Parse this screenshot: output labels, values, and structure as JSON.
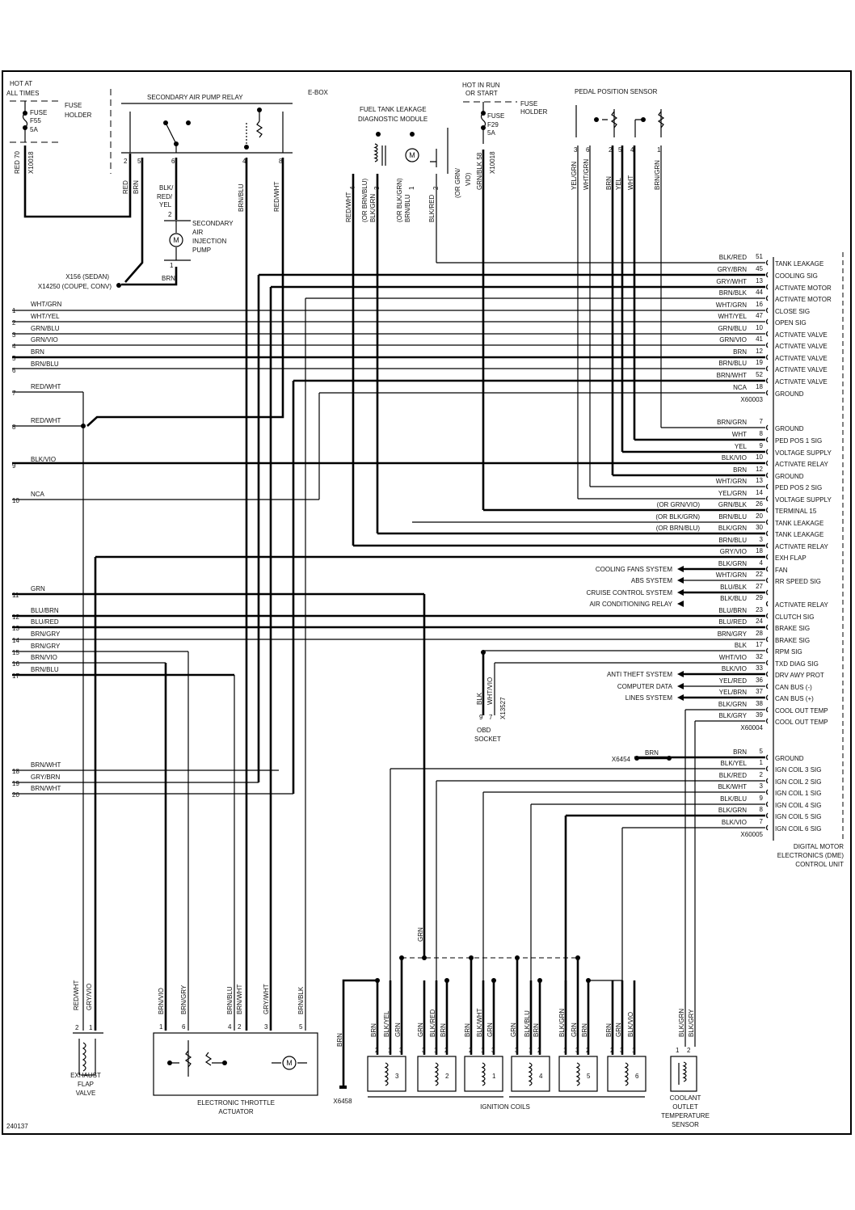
{
  "figure_id": "240137",
  "top": {
    "hot_at_all_times": "HOT AT",
    "hot_at_all_times_2": "ALL TIMES",
    "fuse_holder_a": "FUSE",
    "fuse_holder_a_2": "HOLDER",
    "fuse_f55": "FUSE",
    "fuse_f55_id": "F55",
    "fuse_f55_rating": "5A",
    "red_70": "RED  70",
    "x10018_a": "X10018",
    "e_box": "E-BOX",
    "relay_title": "SECONDARY AIR PUMP RELAY",
    "relay_pins": [
      "2",
      "5",
      "6",
      "4",
      "8"
    ],
    "relay_wire_red": "RED",
    "relay_wire_brn": "BRN",
    "relay_wire_6": [
      "BLK/",
      "RED/",
      "YEL"
    ],
    "relay_wire_4": "BRN/BLU",
    "relay_wire_8": "RED/WHT",
    "pump_pin_top": "2",
    "pump_pin_bottom": "1",
    "pump_wire": "BRN",
    "pump_name": [
      "SECONDARY",
      "AIR",
      "INJECTION",
      "PUMP"
    ],
    "ground_sedan": "X156 (SEDAN)",
    "ground_coupe": "X14250 (COUPE, CONV)",
    "motor_symbol": "M",
    "module_title": [
      "FUEL TANK LEAKAGE",
      "DIAGNOSTIC MODULE"
    ],
    "module_wires": [
      {
        "pin": "4",
        "wire": "RED/WHT",
        "alt": ""
      },
      {
        "pin": "3",
        "wire": "BLK/GRN",
        "alt": "(OR BRN/BLU)"
      },
      {
        "pin": "1",
        "wire": "BRN/BLU",
        "alt": "(OR BLK/GRN)"
      },
      {
        "pin": "2",
        "wire": "BLK/RED",
        "alt": ""
      }
    ],
    "hot_in_run": "HOT IN RUN",
    "hot_in_run_2": "OR START",
    "fuse_holder_b": "FUSE",
    "fuse_holder_b_2": "HOLDER",
    "fuse_f29": "FUSE",
    "fuse_f29_id": "F29",
    "fuse_f29_rating": "5A",
    "f29_wire": "GRN/BLK  58",
    "f29_alt": "(OR GRN/",
    "f29_alt_2": "VIO)",
    "x10018_b": "X10018",
    "pedal_title": "PEDAL POSITION SENSOR",
    "pedal_wires": [
      {
        "pin": "3",
        "wire": "YEL/GRN"
      },
      {
        "pin": "6",
        "wire": "WHT/GRN"
      },
      {
        "pin": "2",
        "wire": "BRN"
      },
      {
        "pin": "5",
        "wire": "YEL"
      },
      {
        "pin": "4",
        "wire": "WHT"
      },
      {
        "pin": "1",
        "wire": "BRN/GRN"
      }
    ]
  },
  "harness": {
    "pins": [
      {
        "pin": "1",
        "wire": "WHT/GRN"
      },
      {
        "pin": "2",
        "wire": "WHT/YEL"
      },
      {
        "pin": "3",
        "wire": "GRN/BLU"
      },
      {
        "pin": "4",
        "wire": "GRN/VIO"
      },
      {
        "pin": "5",
        "wire": "BRN"
      },
      {
        "pin": "6",
        "wire": "BRN/BLU"
      },
      {
        "pin": "7",
        "wire": "RED/WHT"
      },
      {
        "pin": "8",
        "wire": "RED/WHT"
      },
      {
        "pin": "9",
        "wire": "BLK/VIO"
      },
      {
        "pin": "10",
        "wire": "NCA"
      },
      {
        "pin": "11",
        "wire": "GRN"
      },
      {
        "pin": "12",
        "wire": "BLU/BRN"
      },
      {
        "pin": "13",
        "wire": "BLU/RED"
      },
      {
        "pin": "14",
        "wire": "BRN/GRY"
      },
      {
        "pin": "15",
        "wire": "BRN/GRY"
      },
      {
        "pin": "16",
        "wire": "BRN/VIO"
      },
      {
        "pin": "17",
        "wire": "BRN/BLU"
      },
      {
        "pin": "18",
        "wire": "BRN/WHT"
      },
      {
        "pin": "19",
        "wire": "GRY/BRN"
      },
      {
        "pin": "20",
        "wire": "BRN/WHT"
      }
    ]
  },
  "dme": {
    "name": [
      "DIGITAL MOTOR",
      "ELECTRONICS (DME)",
      "CONTROL UNIT"
    ],
    "connectors": [
      {
        "id": "X60003",
        "pins": [
          {
            "wire": "BLK/RED",
            "pin": "51",
            "function": "TANK LEAKAGE"
          },
          {
            "wire": "GRY/BRN",
            "pin": "45",
            "function": "COOLING SIG"
          },
          {
            "wire": "GRY/WHT",
            "pin": "13",
            "function": "ACTIVATE MOTOR"
          },
          {
            "wire": "BRN/BLK",
            "pin": "44",
            "function": "ACTIVATE MOTOR"
          },
          {
            "wire": "WHT/GRN",
            "pin": "16",
            "function": "CLOSE SIG"
          },
          {
            "wire": "WHT/YEL",
            "pin": "47",
            "function": "OPEN SIG"
          },
          {
            "wire": "GRN/BLU",
            "pin": "10",
            "function": "ACTIVATE VALVE"
          },
          {
            "wire": "GRN/VIO",
            "pin": "41",
            "function": "ACTIVATE VALVE"
          },
          {
            "wire": "BRN",
            "pin": "12",
            "function": "ACTIVATE VALVE"
          },
          {
            "wire": "BRN/BLU",
            "pin": "19",
            "function": "ACTIVATE VALVE"
          },
          {
            "wire": "BRN/WHT",
            "pin": "52",
            "function": "ACTIVATE VALVE"
          },
          {
            "wire": "NCA",
            "pin": "18",
            "function": "GROUND"
          }
        ]
      },
      {
        "id": "X60004",
        "pins": [
          {
            "wire": "BRN/GRN",
            "pin": "7",
            "function": "GROUND"
          },
          {
            "wire": "WHT",
            "pin": "8",
            "function": "PED POS 1 SIG"
          },
          {
            "wire": "YEL",
            "pin": "9",
            "function": "VOLTAGE SUPPLY"
          },
          {
            "wire": "BLK/VIO",
            "pin": "10",
            "function": "ACTIVATE RELAY"
          },
          {
            "wire": "BRN",
            "pin": "12",
            "function": "GROUND"
          },
          {
            "wire": "WHT/GRN",
            "pin": "13",
            "function": "PED POS 2 SIG"
          },
          {
            "wire": "YEL/GRN",
            "pin": "14",
            "function": "VOLTAGE SUPPLY"
          },
          {
            "wire": "GRN/BLK",
            "pin": "26",
            "function": "TERMINAL 15",
            "alt": "(OR GRN/VIO)"
          },
          {
            "wire": "BRN/BLU",
            "pin": "20",
            "function": "TANK LEAKAGE",
            "alt": "(OR BLK/GRN)"
          },
          {
            "wire": "BLK/GRN",
            "pin": "30",
            "function": "TANK LEAKAGE",
            "alt": "(OR BRN/BLU)"
          },
          {
            "wire": "BRN/BLU",
            "pin": "3",
            "function": "ACTIVATE RELAY"
          },
          {
            "wire": "GRY/VIO",
            "pin": "18",
            "function": "EXH FLAP"
          },
          {
            "wire": "BLK/GRN",
            "pin": "4",
            "function": "FAN",
            "external": "COOLING FANS SYSTEM"
          },
          {
            "wire": "WHT/GRN",
            "pin": "22",
            "function": "RR SPEED SIG",
            "external": "ABS SYSTEM"
          },
          {
            "wire": "BLU/BLK",
            "pin": "27",
            "function": "",
            "external": "CRUISE CONTROL SYSTEM"
          },
          {
            "wire": "BLK/BLU",
            "pin": "29",
            "function": "ACTIVATE RELAY",
            "external": "AIR CONDITIONING RELAY"
          },
          {
            "wire": "BLU/BRN",
            "pin": "23",
            "function": "CLUTCH SIG"
          },
          {
            "wire": "BLU/RED",
            "pin": "24",
            "function": "BRAKE SIG"
          },
          {
            "wire": "BRN/GRY",
            "pin": "28",
            "function": "BRAKE SIG"
          },
          {
            "wire": "BLK",
            "pin": "17",
            "function": "RPM SIG"
          },
          {
            "wire": "WHT/VIO",
            "pin": "32",
            "function": "TXD DIAG SIG"
          },
          {
            "wire": "BLK/VIO",
            "pin": "33",
            "function": "DRV AWY PROT",
            "external": "ANTI THEFT SYSTEM"
          },
          {
            "wire": "YEL/RED",
            "pin": "36",
            "function": "CAN BUS (-)",
            "external": "COMPUTER DATA"
          },
          {
            "wire": "YEL/BRN",
            "pin": "37",
            "function": "CAN BUS (+)",
            "external": "LINES SYSTEM"
          },
          {
            "wire": "BLK/GRN",
            "pin": "38",
            "function": "COOL OUT TEMP"
          },
          {
            "wire": "BLK/GRY",
            "pin": "39",
            "function": "COOL OUT TEMP"
          }
        ]
      },
      {
        "id": "X60005",
        "pins": [
          {
            "wire": "BRN",
            "pin": "5",
            "function": "GROUND"
          },
          {
            "wire": "BLK/YEL",
            "pin": "1",
            "function": "IGN COIL 3 SIG"
          },
          {
            "wire": "BLK/RED",
            "pin": "2",
            "function": "IGN COIL 2 SIG"
          },
          {
            "wire": "BLK/WHT",
            "pin": "3",
            "function": "IGN COIL 1 SIG"
          },
          {
            "wire": "BLK/BLU",
            "pin": "9",
            "function": "IGN COIL 4 SIG"
          },
          {
            "wire": "BLK/GRN",
            "pin": "8",
            "function": "IGN COIL 5 SIG"
          },
          {
            "wire": "BLK/VIO",
            "pin": "7",
            "function": "IGN COIL 6 SIG"
          }
        ]
      }
    ]
  },
  "obd": {
    "name": [
      "OBD",
      "SOCKET"
    ],
    "wires": [
      {
        "pin": "9",
        "wire": "BLK"
      },
      {
        "pin": "7",
        "wire": "WHT/VIO"
      }
    ],
    "connector": "X13527"
  },
  "ground_x6454": {
    "id": "X6454",
    "wire": "BRN"
  },
  "bottom": {
    "exhaust_flap": {
      "name": [
        "EXHAUST",
        "FLAP",
        "VALVE"
      ],
      "wires": [
        {
          "pin": "2",
          "wire": "RED/WHT"
        },
        {
          "pin": "1",
          "wire": "GRY/VIO"
        }
      ]
    },
    "throttle": {
      "name": [
        "ELECTRONIC THROTTLE",
        "ACTUATOR"
      ],
      "wires": [
        {
          "pin": "1",
          "wire": "BRN/VIO"
        },
        {
          "pin": "6",
          "wire": "BRN/GRY"
        },
        {
          "pin": "4",
          "wire": "BRN/BLU"
        },
        {
          "pin": "2",
          "wire": "BRN/WHT"
        },
        {
          "pin": "3",
          "wire": "GRY/WHT"
        },
        {
          "pin": "5",
          "wire": "BRN/BLK"
        }
      ]
    },
    "ground_x6458": {
      "id": "X6458",
      "wire": "BRN"
    },
    "grn_bus_wire": "GRN",
    "coils_label": "IGNITION COILS",
    "coils": [
      {
        "number": "3",
        "wires": [
          {
            "pin": "2",
            "wire": "BRN"
          },
          {
            "pin": "1",
            "wire": "BLK/YEL"
          },
          {
            "pin": "3",
            "wire": "GRN"
          }
        ]
      },
      {
        "number": "2",
        "wires": [
          {
            "pin": "3",
            "wire": "GRN"
          },
          {
            "pin": "1",
            "wire": "BLK/RED"
          },
          {
            "pin": "2",
            "wire": "BRN"
          }
        ]
      },
      {
        "number": "1",
        "wires": [
          {
            "pin": "2",
            "wire": "BRN"
          },
          {
            "pin": "1",
            "wire": "BLK/WHT"
          },
          {
            "pin": "3",
            "wire": "GRN"
          }
        ]
      },
      {
        "number": "4",
        "wires": [
          {
            "pin": "3",
            "wire": "GRN"
          },
          {
            "pin": "1",
            "wire": "BLK/BLU"
          },
          {
            "pin": "2",
            "wire": "BRN"
          }
        ]
      },
      {
        "number": "5",
        "wires": [
          {
            "pin": "1",
            "wire": "BLK/GRN"
          },
          {
            "pin": "3",
            "wire": "GRN"
          },
          {
            "pin": "2",
            "wire": "BRN"
          }
        ]
      },
      {
        "number": "6",
        "wires": [
          {
            "pin": "2",
            "wire": "BRN"
          },
          {
            "pin": "3",
            "wire": "GRN"
          },
          {
            "pin": "1",
            "wire": "BLK/VIO"
          }
        ]
      }
    ],
    "coolant_sensor": {
      "name": [
        "COOLANT",
        "OUTLET",
        "TEMPERATURE",
        "SENSOR"
      ],
      "wires": [
        {
          "pin": "1",
          "wire": "BLK/GRN"
        },
        {
          "pin": "2",
          "wire": "BLK/GRY"
        }
      ]
    }
  }
}
